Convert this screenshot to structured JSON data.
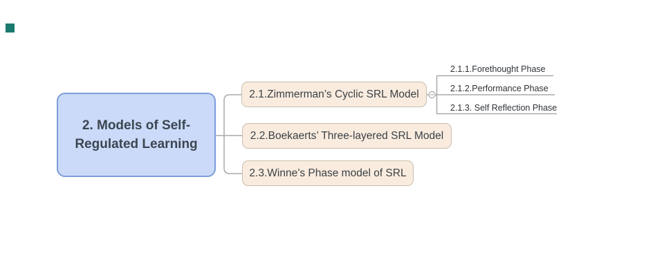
{
  "app": {
    "type": "mindmap",
    "description": "Mind map of models of self-regulated learning"
  },
  "theme": {
    "canvas-bg": "#ffffff",
    "deco-color": "#1a7a6e",
    "root-fill": "#cbdaf8",
    "root-border": "#7f9ddb",
    "root-text": "#3c4652",
    "branch-fill": "#f9ecdf",
    "branch-border": "#c9beae",
    "branch-text": "#3b4045",
    "subtopic-text": "#2e3237",
    "connector": "#a9a9a9"
  },
  "root": {
    "label": "2. Models of Self-Regulated Learning"
  },
  "branches": [
    {
      "id": "2.1",
      "label": "2.1.Zimmerman’s Cyclic SRL Model",
      "toggle": "collapse",
      "children": [
        "2.1.1.Forethought Phase",
        "2.1.2.Performance Phase",
        "2.1.3. Self Reflection Phase"
      ]
    },
    {
      "id": "2.2",
      "label": "2.2.Boekaerts’ Three-layered SRL Model",
      "children": []
    },
    {
      "id": "2.3",
      "label": "2.3.Winne’s Phase model of SRL",
      "children": []
    }
  ]
}
